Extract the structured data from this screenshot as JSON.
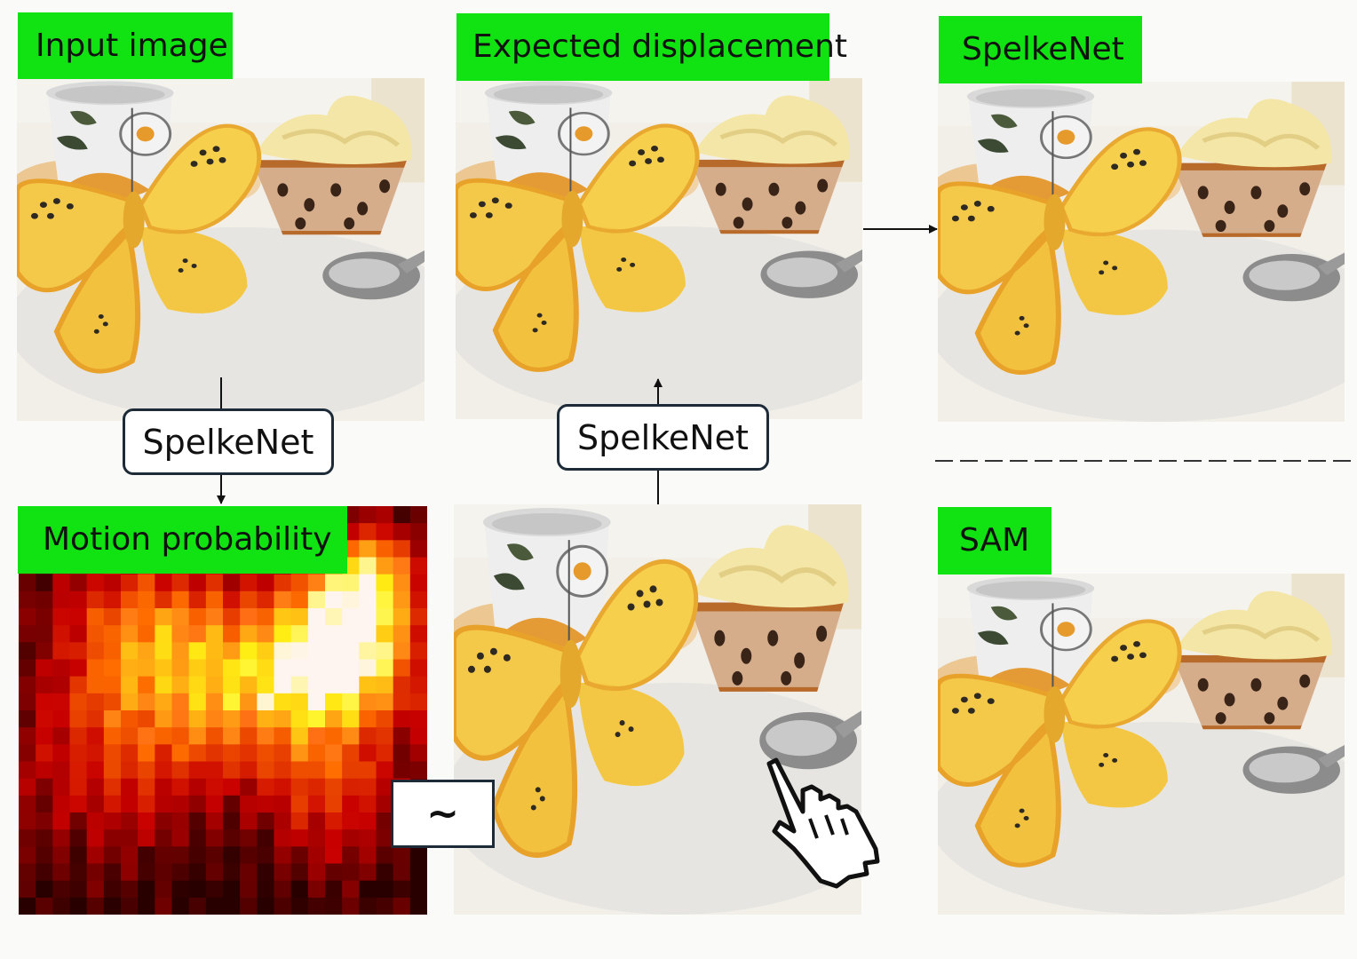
{
  "labels": {
    "input_image": "Input image",
    "expected_displacement": "Expected displacement",
    "spelkenet_result": "SpelkeNet",
    "sam_result": "SAM",
    "motion_probability": "Motion probability"
  },
  "model_boxes": {
    "left": "SpelkeNet",
    "middle": "SpelkeNet"
  },
  "sampling_symbol": "~",
  "icons": {
    "cursor": "hand-pointer-icon"
  },
  "colors": {
    "label_bg": "#11e211",
    "box_border": "#1d2b38"
  }
}
